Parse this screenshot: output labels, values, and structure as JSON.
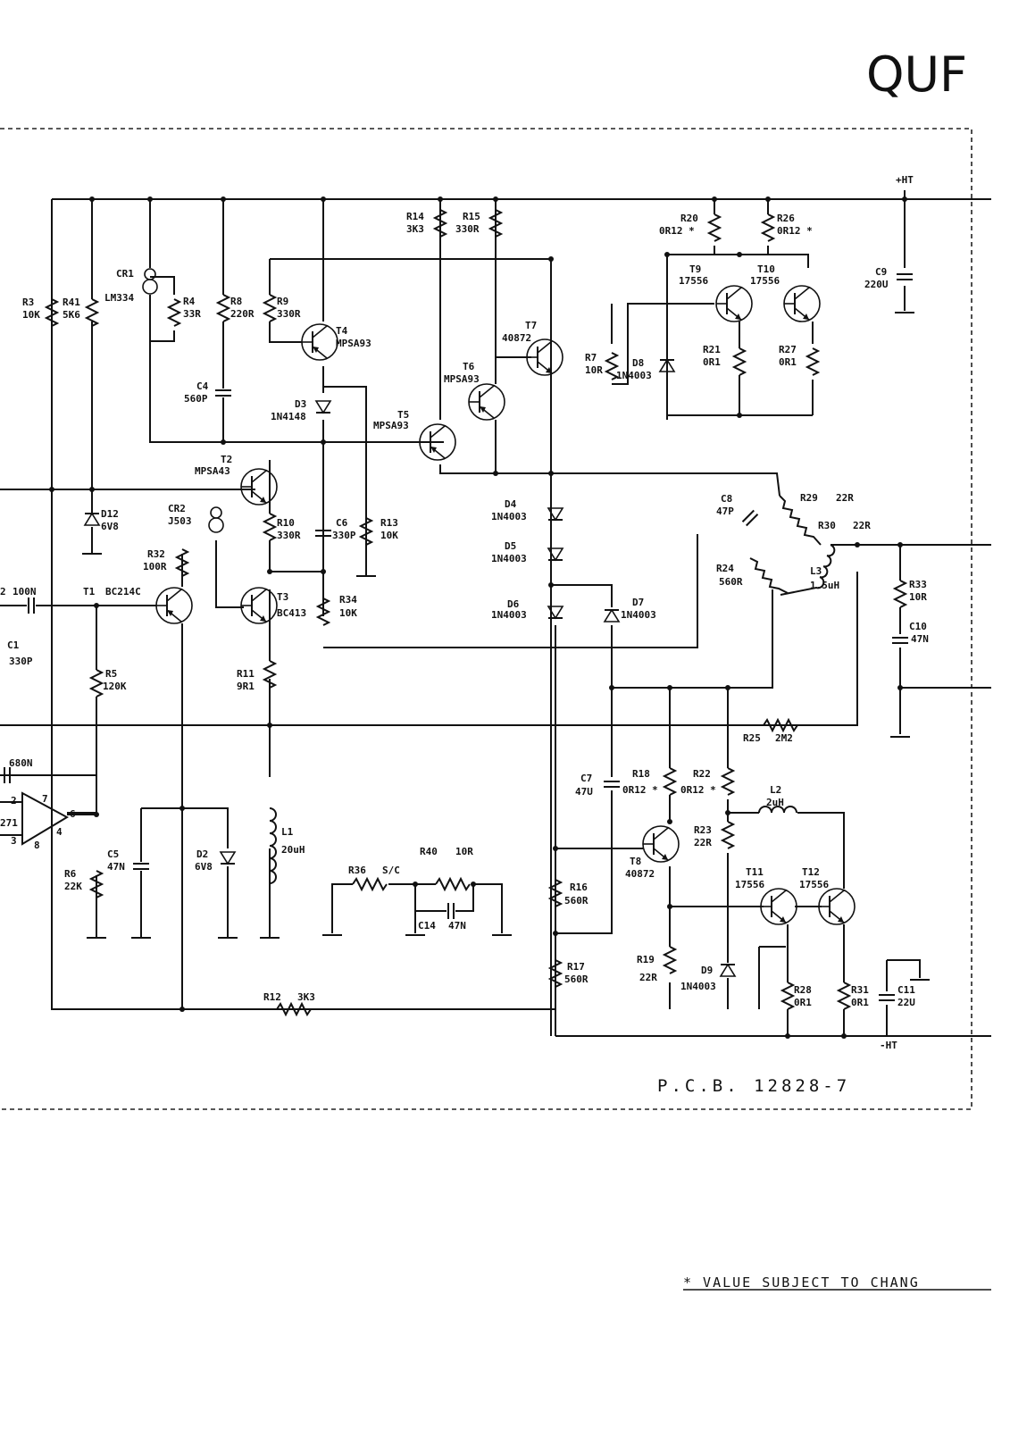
{
  "header": {
    "brand": "QUF"
  },
  "rails": {
    "positive": "+HT",
    "negative": "-HT"
  },
  "pcb": {
    "label": "P.C.B. 12828-7"
  },
  "footnote": {
    "text": "* VALUE SUBJECT TO CHANG"
  },
  "resistors": {
    "R3": [
      "R3",
      "10K"
    ],
    "R41": [
      "R41",
      "5K6"
    ],
    "R4": [
      "R4",
      "33R"
    ],
    "R8": [
      "R8",
      "220R"
    ],
    "R9": [
      "R9",
      "330R"
    ],
    "R14": [
      "R14",
      "3K3"
    ],
    "R15": [
      "R15",
      "330R"
    ],
    "R20": [
      "R20",
      "0R12 *"
    ],
    "R26": [
      "R26",
      "0R12 *"
    ],
    "R7": [
      "R7",
      "10R"
    ],
    "R21": [
      "R21",
      "0R1"
    ],
    "R27": [
      "R27",
      "0R1"
    ],
    "R10": [
      "R10",
      "330R"
    ],
    "R13": [
      "R13",
      "10K"
    ],
    "R34": [
      "R34",
      "10K"
    ],
    "R32": [
      "R32",
      "100R"
    ],
    "R5": [
      "R5",
      "120K"
    ],
    "R11": [
      "R11",
      "9R1"
    ],
    "R6": [
      "R6",
      "22K"
    ],
    "R36": [
      "R36",
      "S/C"
    ],
    "R40": [
      "R40",
      "10R"
    ],
    "R12": [
      "R12",
      "3K3"
    ],
    "R29": [
      "R29",
      "22R"
    ],
    "R30": [
      "R30",
      "22R"
    ],
    "R24": [
      "R24",
      "560R"
    ],
    "R33": [
      "R33",
      "10R"
    ],
    "R25": [
      "R25",
      "2M2"
    ],
    "R18": [
      "R18",
      "0R12 *"
    ],
    "R22": [
      "R22",
      "0R12 *"
    ],
    "R23": [
      "R23",
      "22R"
    ],
    "R16": [
      "R16",
      "560R"
    ],
    "R17": [
      "R17",
      "560R"
    ],
    "R19": [
      "R19",
      "22R"
    ],
    "R28": [
      "R28",
      "0R1"
    ],
    "R31": [
      "R31",
      "0R1"
    ]
  },
  "capacitors": {
    "C4": [
      "C4",
      "560P"
    ],
    "C6": [
      "C6",
      "330P"
    ],
    "C9": [
      "C9",
      "220U"
    ],
    "C8": [
      "C8",
      "47P"
    ],
    "C10": [
      "C10",
      "47N"
    ],
    "C2": [
      "2",
      "100N"
    ],
    "C1": [
      "C1",
      "330P"
    ],
    "C3": [
      "",
      "680N"
    ],
    "C5": [
      "C5",
      "47N"
    ],
    "C14": [
      "C14",
      "47N"
    ],
    "C7": [
      "C7",
      "47U"
    ],
    "C11": [
      "C11",
      "22U"
    ]
  },
  "transistors": {
    "T1": [
      "T1",
      "BC214C"
    ],
    "T2": [
      "T2",
      "MPSA43"
    ],
    "T3": [
      "T3",
      "BC413"
    ],
    "T4": [
      "T4",
      "MPSA93"
    ],
    "T5": [
      "T5",
      "MPSA93"
    ],
    "T6": [
      "T6",
      "MPSA93"
    ],
    "T7": [
      "T7",
      "40872"
    ],
    "T8": [
      "T8",
      "40872"
    ],
    "T9": [
      "T9",
      "17556"
    ],
    "T10": [
      "T10",
      "17556"
    ],
    "T11": [
      "T11",
      "17556"
    ],
    "T12": [
      "T12",
      "17556"
    ]
  },
  "diodes": {
    "D3": [
      "D3",
      "1N4148"
    ],
    "D4": [
      "D4",
      "1N4003"
    ],
    "D5": [
      "D5",
      "1N4003"
    ],
    "D6": [
      "D6",
      "1N4003"
    ],
    "D7": [
      "D7",
      "1N4003"
    ],
    "D8": [
      "D8",
      "1N4003"
    ],
    "D9": [
      "D9",
      "1N4003"
    ],
    "D2": [
      "D2",
      "6V8"
    ],
    "D12": [
      "D12",
      "6V8"
    ]
  },
  "current_sources": {
    "CR1": [
      "CR1",
      "LM334"
    ],
    "CR2": [
      "CR2",
      "J503"
    ]
  },
  "inductors": {
    "L1": [
      "L1",
      "20uH"
    ],
    "L2": [
      "L2",
      "2uH"
    ],
    "L3": [
      "L3",
      "1.5uH"
    ]
  },
  "opamp": {
    "part": "271",
    "pins": [
      "2",
      "7",
      "3",
      "6",
      "4",
      "8"
    ]
  }
}
